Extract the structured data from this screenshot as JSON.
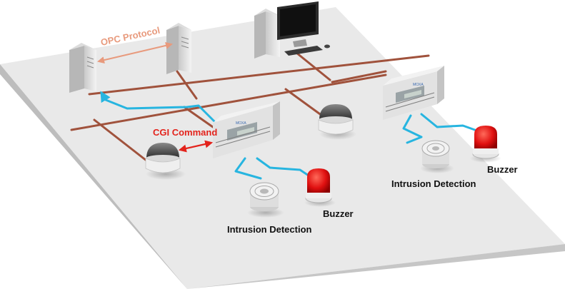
{
  "labels": {
    "opc_protocol": "OPC Protocol",
    "cgi_command": "CGI Command",
    "intrusion_left": "Intrusion Detection",
    "buzzer_left": "Buzzer",
    "intrusion_right": "Intrusion Detection",
    "buzzer_right": "Buzzer"
  },
  "device_brand": "MOXA",
  "colors": {
    "ethernet": "#a0523c",
    "serial": "#27b5e0",
    "opc_arrow": "#e89a7d",
    "cgi_arrow": "#e3231c",
    "platform_top": "#e9e9e9",
    "platform_side": "#bdbdbd",
    "beacon_red": "#e01010",
    "label_text": "#111111"
  }
}
